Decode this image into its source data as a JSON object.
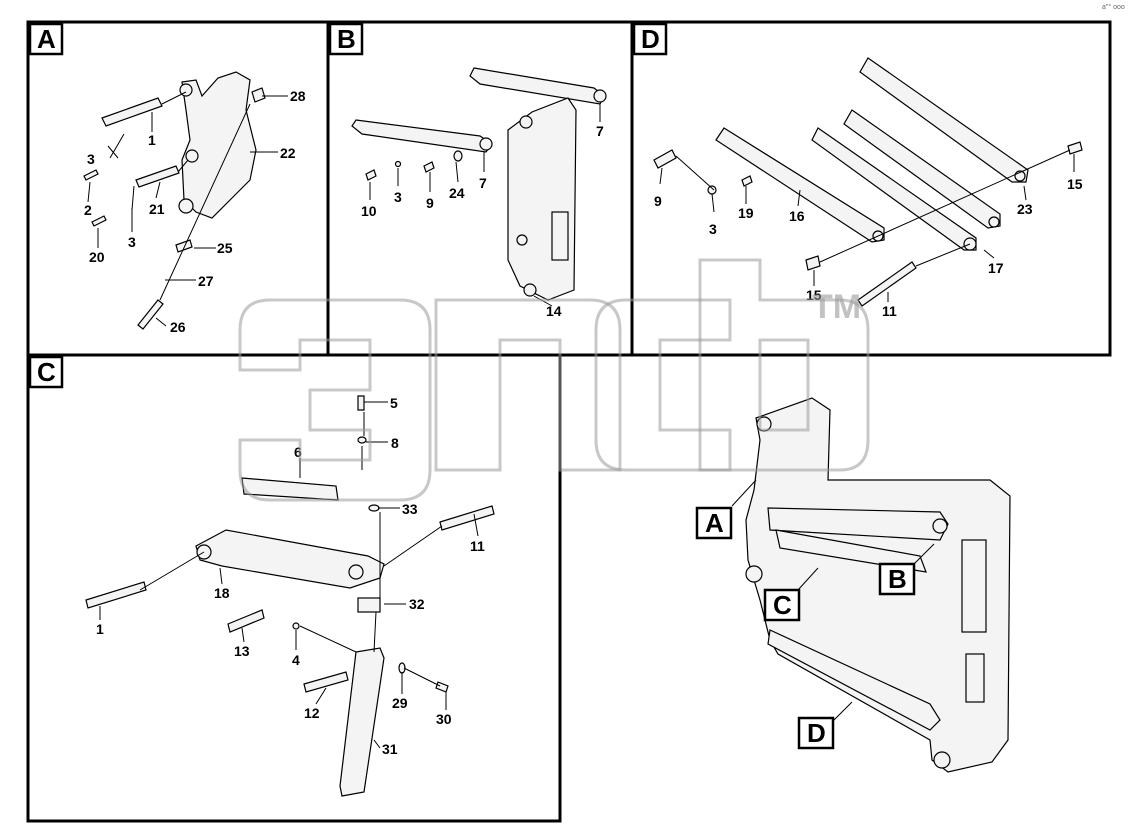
{
  "corner_mark": "a\"° ooo",
  "watermark": {
    "text": "TM"
  },
  "panels": [
    {
      "letter": "A",
      "numbers": [
        "1",
        "2",
        "3",
        "3",
        "20",
        "21",
        "22",
        "25",
        "26",
        "27",
        "28"
      ]
    },
    {
      "letter": "B",
      "numbers": [
        "10",
        "3",
        "9",
        "24",
        "7",
        "7",
        "14"
      ]
    },
    {
      "letter": "D",
      "numbers": [
        "9",
        "3",
        "19",
        "16",
        "23",
        "15",
        "15",
        "11",
        "17"
      ]
    },
    {
      "letter": "C",
      "numbers": [
        "5",
        "8",
        "6",
        "33",
        "11",
        "18",
        "1",
        "32",
        "13",
        "4",
        "29",
        "30",
        "12",
        "31"
      ]
    }
  ],
  "overview_labels": [
    "A",
    "B",
    "C",
    "D"
  ]
}
